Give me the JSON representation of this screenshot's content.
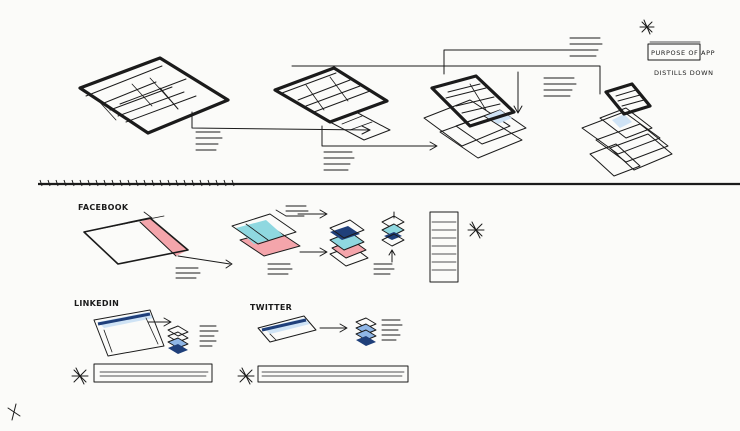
{
  "note_box": {
    "line1": "PURPOSE OF APP",
    "line2": "DISTILLS DOWN"
  },
  "sections": [
    {
      "label": "FACEBOOK"
    },
    {
      "label": "LINKEDIN"
    },
    {
      "label": "TWITTER"
    }
  ],
  "colors": {
    "ink": "#1b1b1b",
    "facebook_pink": "#f4a5ab",
    "cyan": "#8fd8e0",
    "blue": "#8fb6e6",
    "navy": "#1f3f7a",
    "light_blue": "#cfe3f5"
  },
  "icons": [
    "star-icon",
    "cross-icon"
  ]
}
